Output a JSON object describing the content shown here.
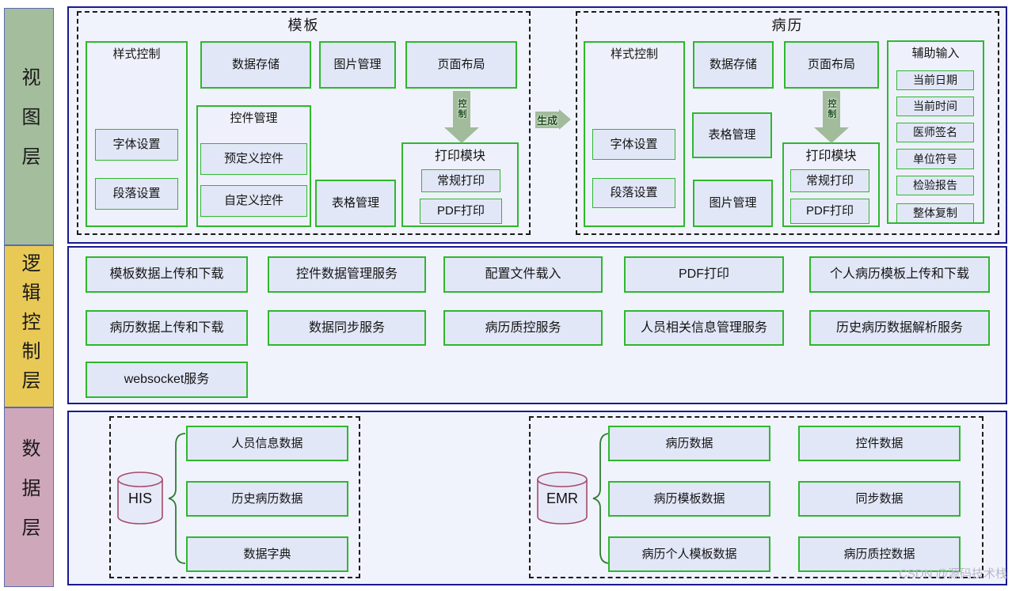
{
  "diagram": {
    "layers": [
      {
        "id": "view",
        "label": "视图层"
      },
      {
        "id": "logic",
        "label": "逻辑控制层"
      },
      {
        "id": "data",
        "label": "数据层"
      }
    ],
    "view": {
      "template": {
        "title": "模板",
        "style_control": {
          "title": "样式控制",
          "font": "字体设置",
          "paragraph": "段落设置"
        },
        "data_storage": "数据存储",
        "widget_mgmt": {
          "title": "控件管理",
          "predefined": "预定义控件",
          "custom": "自定义控件"
        },
        "image_mgmt": "图片管理",
        "table_mgmt": "表格管理",
        "page_layout": "页面布局",
        "control_arrow": "控制",
        "print_module": {
          "title": "打印模块",
          "regular": "常规打印",
          "pdf": "PDF打印"
        }
      },
      "generate_arrow": "生成",
      "record": {
        "title": "病历",
        "style_control": {
          "title": "样式控制",
          "font": "字体设置",
          "paragraph": "段落设置"
        },
        "data_storage": "数据存储",
        "table_mgmt": "表格管理",
        "image_mgmt": "图片管理",
        "page_layout": "页面布局",
        "control_arrow": "控制",
        "print_module": {
          "title": "打印模块",
          "regular": "常规打印",
          "pdf": "PDF打印"
        },
        "aux_input": {
          "title": "辅助输入",
          "items": [
            "当前日期",
            "当前时间",
            "医师签名",
            "单位符号",
            "检验报告",
            "整体复制"
          ]
        }
      }
    },
    "logic": {
      "row1": [
        "模板数据上传和下载",
        "控件数据管理服务",
        "配置文件载入",
        "PDF打印",
        "个人病历模板上传和下载"
      ],
      "row2": [
        "病历数据上传和下载",
        "数据同步服务",
        "病历质控服务",
        "人员相关信息管理服务",
        "历史病历数据解析服务"
      ],
      "row3": [
        "websocket服务"
      ]
    },
    "data": {
      "his": {
        "name": "HIS",
        "items": [
          "人员信息数据",
          "历史病历数据",
          "数据字典"
        ]
      },
      "emr": {
        "name": "EMR",
        "items": [
          "病历数据",
          "病历模板数据",
          "病历个人模板数据"
        ],
        "side_items": [
          "控件数据",
          "同步数据",
          "病历质控数据"
        ]
      }
    },
    "watermark": "CSDN @源码技术栈",
    "colors": {
      "view_layer": "#a4bd9d",
      "logic_layer": "#e9c956",
      "data_layer": "#cfa7ba",
      "panel_border": "#1a1a90",
      "box_border": "#2eb82e",
      "box_fill": "#e2e7f7",
      "cylinder_border": "#a34a68",
      "arrow_fill": "#a2bb9b"
    }
  }
}
